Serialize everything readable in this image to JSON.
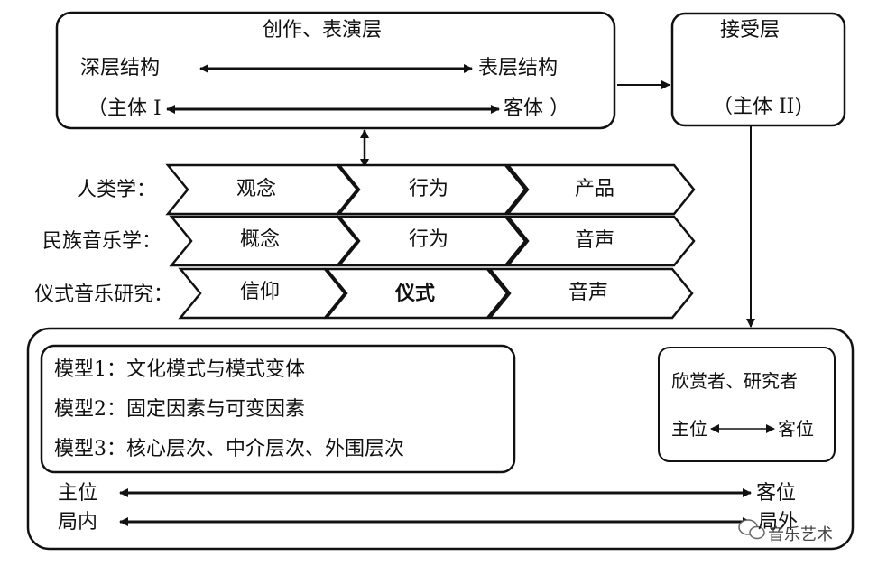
{
  "top_box": {
    "title": "创作、表演层",
    "deep_structure": "深层结构",
    "surface_structure": "表层结构",
    "subject_one": "（主体 I",
    "object": "客体 ）"
  },
  "reception_box": {
    "title": "接受层",
    "subject_two": "（主体 II)"
  },
  "rows": [
    {
      "label": "人类学：",
      "chevrons": [
        "观念",
        "行为",
        "产品"
      ]
    },
    {
      "label": "民族音乐学：",
      "chevrons": [
        "概念",
        "行为",
        "音声"
      ]
    },
    {
      "label": "仪式音乐研究：",
      "chevrons": [
        "信仰",
        "仪式",
        "音声"
      ]
    }
  ],
  "models": [
    "模型1：文化模式与模式变体",
    "模型2：固定因素与可变因素",
    "模型3：核心层次、中介层次、外围层次"
  ],
  "viewer_box": {
    "title": "欣赏者、研究者",
    "host": "主位",
    "guest": "客位"
  },
  "bottom": {
    "emic": "主位",
    "etic": "客位",
    "insider": "局内",
    "outsider": "局外"
  },
  "watermark": {
    "icon": "wechat-icon",
    "text": "音乐艺术"
  }
}
